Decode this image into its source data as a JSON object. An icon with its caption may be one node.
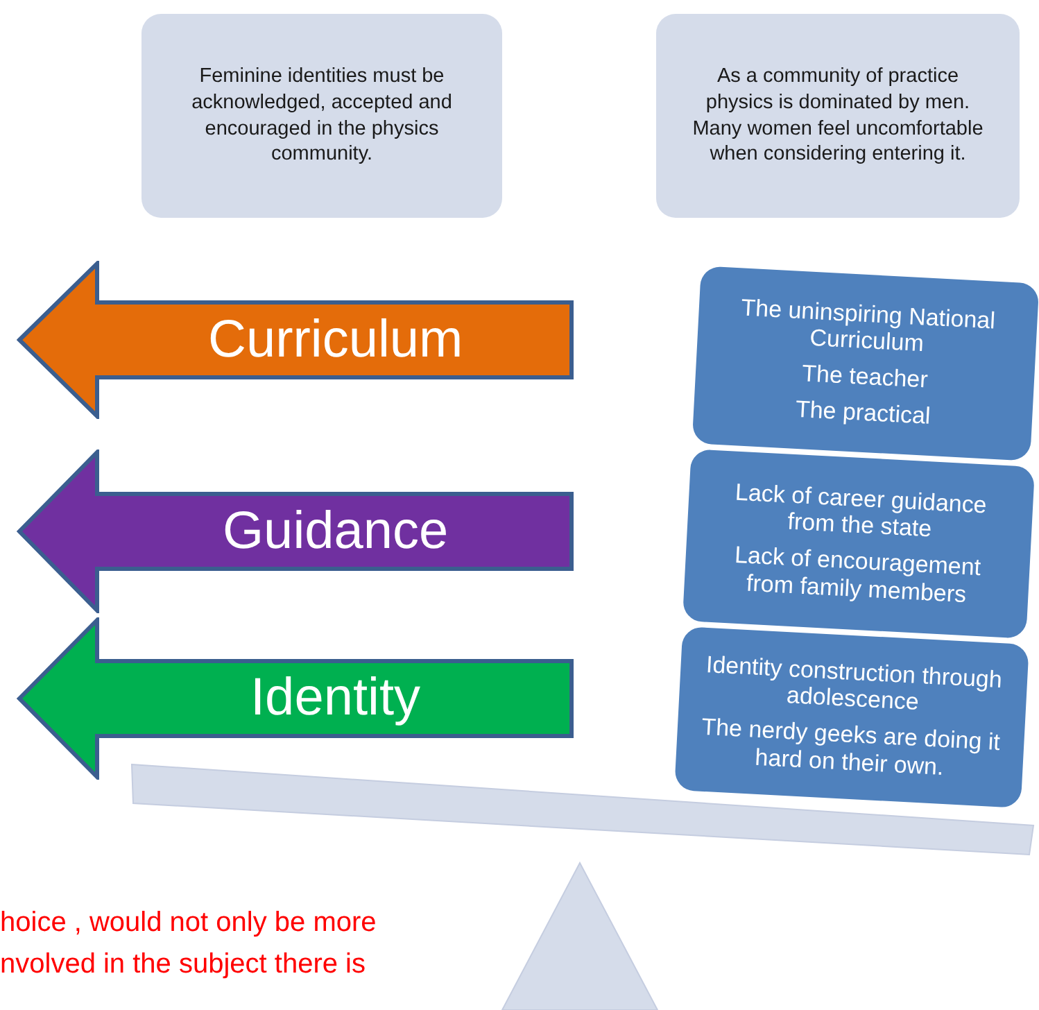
{
  "diagram": {
    "nodes": [
      {
        "text": [
          "Feminine identities must be acknowledged, accepted and encouraged in the physics community."
        ]
      },
      {
        "text": [
          "As a community of practice physics is dominated by men. Many women feel uncomfortable when considering entering it."
        ]
      },
      {
        "text": [
          "Curriculum"
        ]
      },
      {
        "text": [
          "Guidance"
        ]
      },
      {
        "text": [
          "Identity"
        ]
      },
      {
        "text": [
          "The uninspiring National Curriculum",
          "The teacher",
          "The practical"
        ]
      },
      {
        "text": [
          "Lack of career guidance from the state",
          "Lack of encouragement from  family members"
        ]
      },
      {
        "text": [
          "Identity construction through adolescence",
          "The nerdy geeks are doing it hard on their own."
        ]
      }
    ],
    "edges": [],
    "labels": [
      "hoice , would not only be more",
      "nvolved in the subject there is"
    ]
  }
}
